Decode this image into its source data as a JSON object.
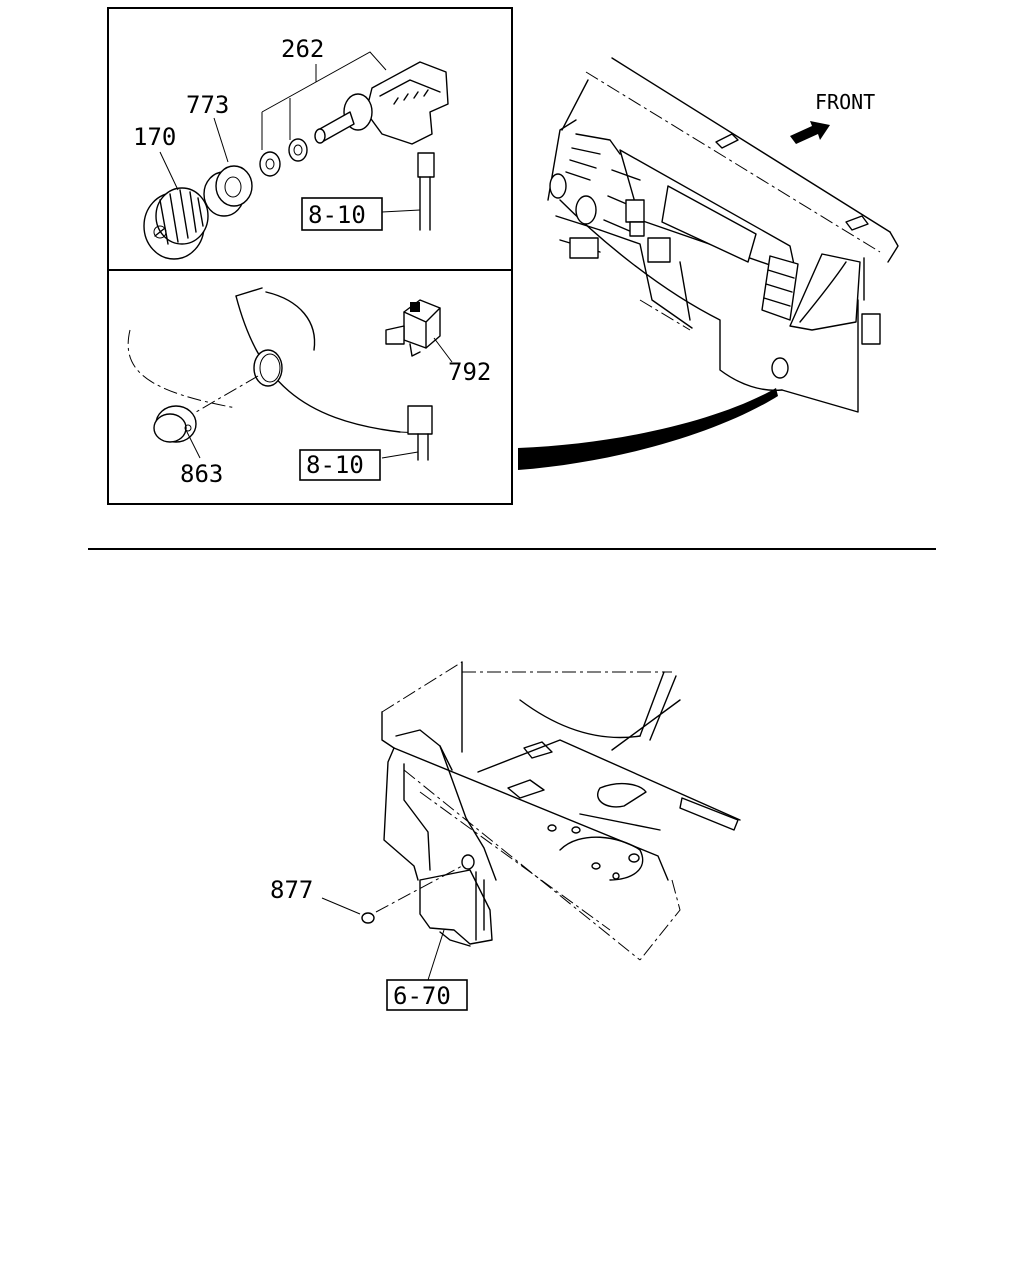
{
  "callouts": {
    "switch_assembly": "262",
    "spacer": "773",
    "knob": "170",
    "ref_top": "8-10",
    "connector": "792",
    "plug": "863",
    "ref_middle": "8-10",
    "clip": "877",
    "ref_bottom": "6-70"
  },
  "direction_label": "FRONT"
}
